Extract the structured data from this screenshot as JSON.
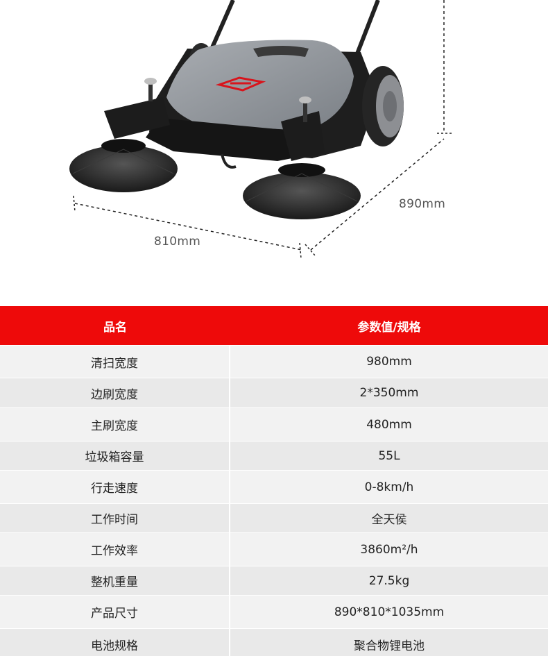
{
  "product": {
    "image_name": "manual-sweeper-product-image",
    "logo_colors": [
      "#d8141c"
    ],
    "dimensions": {
      "width_label": "810mm",
      "depth_label": "890mm"
    }
  },
  "table": {
    "header_color": "#ee0a0a",
    "headers": {
      "name": "品名",
      "value": "参数值/规格"
    },
    "rows": [
      {
        "name": "清扫宽度",
        "value": "980mm"
      },
      {
        "name": "边刷宽度",
        "value": "2*350mm"
      },
      {
        "name": "主刷宽度",
        "value": "480mm"
      },
      {
        "name": "垃圾箱容量",
        "value": "55L"
      },
      {
        "name": "行走速度",
        "value": "0-8km/h"
      },
      {
        "name": "工作时间",
        "value": "全天侯"
      },
      {
        "name": "工作效率",
        "value": "3860m²/h"
      },
      {
        "name": "整机重量",
        "value": "27.5kg"
      },
      {
        "name": "产品尺寸",
        "value": "890*810*1035mm"
      },
      {
        "name": "电池规格",
        "value": "聚合物锂电池"
      }
    ]
  }
}
